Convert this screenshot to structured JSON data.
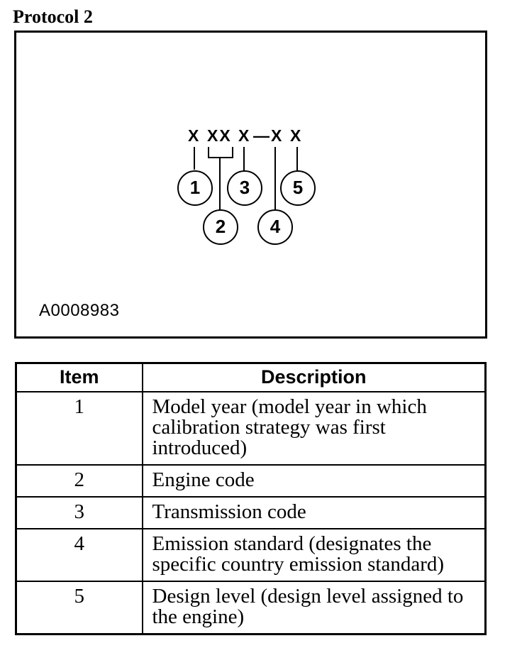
{
  "page": {
    "heading": "Protocol 2",
    "figure_code": "A0008983"
  },
  "diagram": {
    "code_groups": [
      "X",
      "XX",
      "X",
      "—",
      "X",
      "X"
    ],
    "callouts": [
      "1",
      "2",
      "3",
      "4",
      "5"
    ]
  },
  "table": {
    "headers": {
      "item": "Item",
      "description": "Description"
    },
    "rows": [
      {
        "item": "1",
        "description": "Model year (model year in which calibration strategy was first introduced)"
      },
      {
        "item": "2",
        "description": "Engine code"
      },
      {
        "item": "3",
        "description": "Transmission code"
      },
      {
        "item": "4",
        "description": "Emission standard (designates the specific country emission standard)"
      },
      {
        "item": "5",
        "description": "Design level (design level assigned to the engine)"
      }
    ]
  },
  "colors": {
    "ink": "#000000",
    "paper": "#ffffff"
  }
}
